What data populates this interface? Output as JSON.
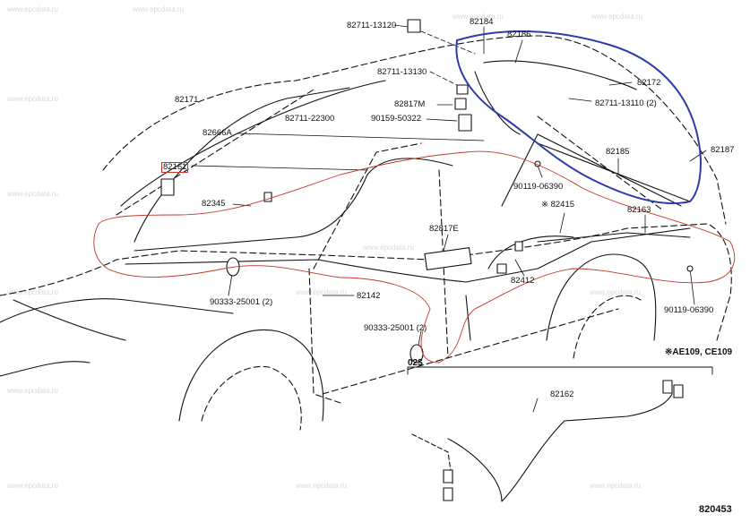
{
  "diagram_code": "820453",
  "variant_note": "※AE109, CE109",
  "variant_group_label": "02$",
  "watermark": "www.epcdata.ru",
  "parts": {
    "p82711_13120": "82711-13120",
    "p82184": "82184",
    "p82186": "82186",
    "p82711_13130": "82711-13130",
    "p82172": "82172",
    "p82171": "82171",
    "p82817m": "82817M",
    "p82711_13110": "82711-13110 (2)",
    "p82711_22300": "82711-22300",
    "p90159_50322": "90159-50322",
    "p82666a": "82666A",
    "p82185": "82185",
    "p82187": "82187",
    "p82161": "82161",
    "p90119_06390_a": "90119-06390",
    "p82345": "82345",
    "p82415": "※ 82415",
    "p82163": "82163",
    "p82817e": "82817E",
    "p82412": "82412",
    "p90119_06390_b": "90119-06390",
    "p90333_25001_a": "90333-25001 (2)",
    "p82142": "82142",
    "p90333_25001_b": "90333-25001 (2)",
    "p82162": "82162"
  }
}
